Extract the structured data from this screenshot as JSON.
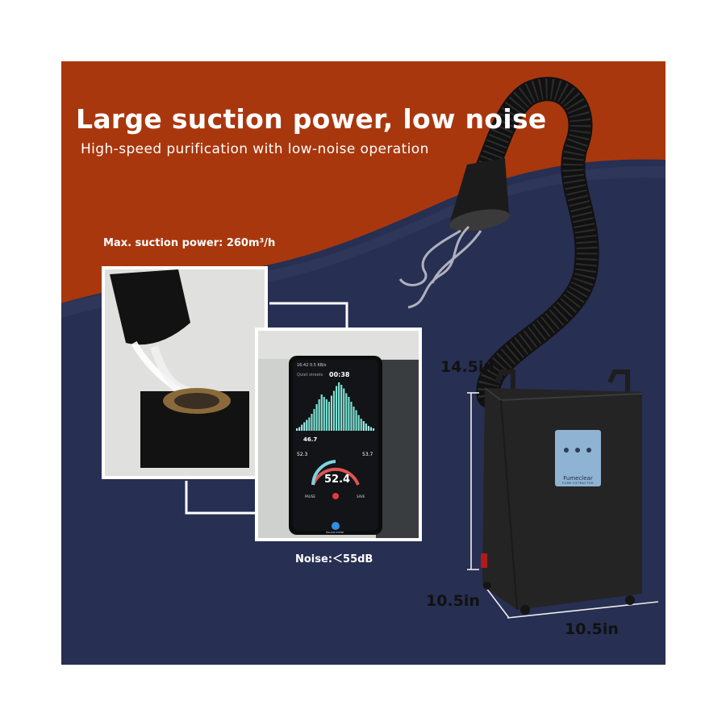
{
  "headline": "Large suction power, low noise",
  "subheadline": "High-speed purification with low-noise operation",
  "suction_caption": "Max. suction power: 260m³/h",
  "noise_caption": "Noise:＜55dB",
  "phone": {
    "status": "16:42 0.5 KB/s",
    "app_label": "Quiet streets",
    "timer": "00:38",
    "avg_value": "46.7",
    "min_value": "52.3",
    "max_value": "53.7",
    "reading": "52.4",
    "pause_label": "PAUSE",
    "save_label": "SAVE",
    "bottom_label": "Sound meter"
  },
  "device": {
    "brand": "Fumeclear",
    "sub_brand": "FUME EXTRACTOR"
  },
  "dimensions": {
    "height": "14.5in",
    "depth": "10.5in",
    "width": "10.5in"
  },
  "colors": {
    "top_band": "#a9370d",
    "bottom_band": "#272f52",
    "device": "#232323",
    "hose": "#151515",
    "panel": "#8fb3d3"
  },
  "chart_bars": [
    2,
    3,
    5,
    7,
    9,
    11,
    14,
    18,
    22,
    26,
    30,
    28,
    26,
    24,
    29,
    33,
    37,
    40,
    38,
    35,
    31,
    28,
    24,
    20,
    17,
    13,
    10,
    8,
    6,
    4,
    3,
    2
  ]
}
